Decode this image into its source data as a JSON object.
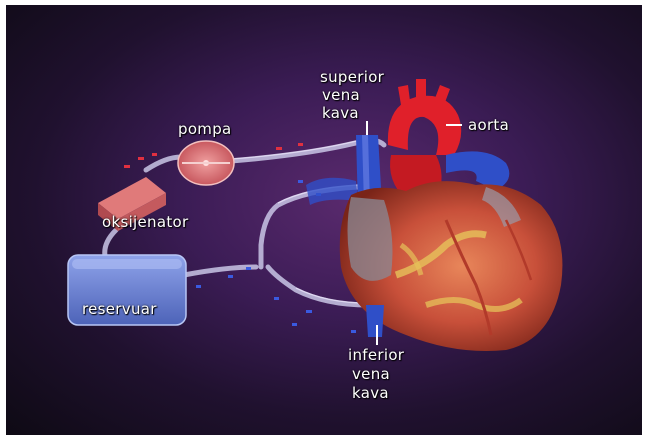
{
  "labels": {
    "pump": "pompa",
    "oxygenator": "oksijenator",
    "reservoir": "reservuar",
    "aorta": "aorta",
    "superior_vena_cava": [
      "superior",
      "vena",
      "kava"
    ],
    "inferior_vena_cava": [
      "inferior",
      "vena",
      "kava"
    ]
  },
  "colors": {
    "background": "#2a1640",
    "heart": "#c8503a",
    "artery": "#e0202a",
    "vein": "#2f4fc8",
    "tubing": "#c9c6e6",
    "pump": "#d9646a",
    "reservoir": "#6f86d8",
    "oxygenator": "#d86a6a"
  }
}
